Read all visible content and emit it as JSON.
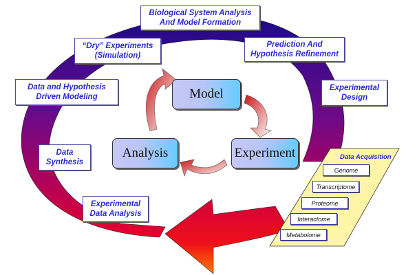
{
  "diagram": {
    "title": "Systems Biology Cycle",
    "outer_cycle_labels": [
      {
        "id": "bio-system",
        "lines": [
          "Biological System Analysis",
          "And Model Formation"
        ]
      },
      {
        "id": "prediction",
        "lines": [
          "Prediction And",
          "Hypothesis Refinement"
        ]
      },
      {
        "id": "exp-design",
        "lines": [
          "Experimental",
          "Design"
        ]
      },
      {
        "id": "exp-data-analysis",
        "lines": [
          "Experimental",
          "Data Analysis"
        ]
      },
      {
        "id": "data-synthesis",
        "lines": [
          "Data",
          "Synthesis"
        ]
      },
      {
        "id": "data-hypo-model",
        "lines": [
          "Data and Hypothesis",
          "Driven Modeling"
        ]
      },
      {
        "id": "dry-exp",
        "lines": [
          "“Dry” Experiments",
          "(Simulation)"
        ]
      }
    ],
    "inner_cycle_nodes": [
      "Model",
      "Experiment",
      "Analysis"
    ],
    "data_acquisition": {
      "title": "Data Acquisition",
      "items": [
        "Genome",
        "Transcriptome",
        "Proteome",
        "Interactome",
        "Metabolome"
      ]
    },
    "colors": {
      "ring_top": "#1a0a8a",
      "ring_mid": "#7a0a8a",
      "ring_bottom": "#e0002a",
      "arrow_tip": "#ff6a00",
      "label_text": "#2a2ad0",
      "acq_panel": "#fff5a8",
      "node_left": "#c6c8f7",
      "node_right": "#66ccff",
      "inner_arrow": "#d83030"
    }
  }
}
